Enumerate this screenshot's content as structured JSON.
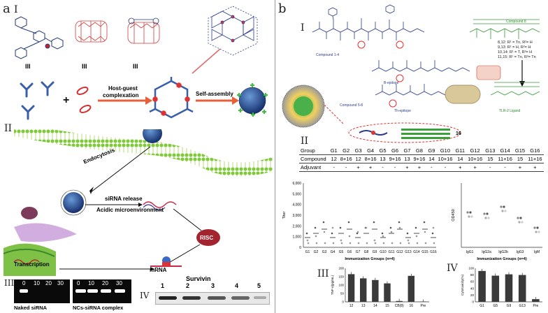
{
  "panel_a": {
    "letter": "a",
    "sec1": "I",
    "sec2": "II",
    "sec3": "III",
    "sec4": "IV",
    "mol_label_1": "III",
    "mol_label_2": "III",
    "mol_label_3": "III",
    "hg_line1": "Host-guest",
    "hg_line2": "complexation",
    "self_assembly": "Self-assembly",
    "endocytosis": "Endocytosis",
    "sirna_release": "siRNA release",
    "acidic": "Acidic microenvironment",
    "risc": "RISC",
    "transcription": "Transcription",
    "mrna": "mRNA",
    "gel1_lanes": [
      "0",
      "10",
      "20",
      "30"
    ],
    "gel2_lanes": [
      "0",
      "10",
      "20",
      "30"
    ],
    "naked_label": "Naked siRNA",
    "complex_label": "NCs-siRNA complex",
    "survivin": "Survivin",
    "survivin_lanes": [
      "1",
      "2",
      "3",
      "4",
      "5"
    ]
  },
  "panel_b": {
    "letter": "b",
    "sec1": "I",
    "sec2": "II",
    "sec3": "III",
    "sec4": "IV",
    "compound8": "Compound 8",
    "ligand_lines": [
      "8,12: R¹ = Tn, R²= H",
      "9,13: R¹ = H, R²= H",
      "10,14: R¹ = T, R²= H",
      "11,15: R¹ = Tn, R²= Tn"
    ],
    "compound_a": "Compound 1-4",
    "b_epitope": "B-epitope",
    "compound_b": "Compound 5-8",
    "th_epitope": "Th-epitope",
    "tlr_ligand": "TLR-2 Ligand",
    "label_16": "16",
    "table_rows": [
      [
        "Group",
        "G1",
        "G2",
        "G3",
        "G4",
        "G5",
        "G6",
        "G7",
        "G8",
        "G9",
        "G10",
        "G11",
        "G12",
        "G13",
        "G14",
        "G15",
        "G16"
      ],
      [
        "Compound",
        "12",
        "8+16",
        "12",
        "8+16",
        "13",
        "9+16",
        "13",
        "9+16",
        "14",
        "10+16",
        "14",
        "10+16",
        "15",
        "11+16",
        "15",
        "11+16"
      ],
      [
        "Adjuvant",
        "-",
        "-",
        "+",
        "+",
        "-",
        "-",
        "+",
        "+",
        "-",
        "-",
        "+",
        "+",
        "-",
        "-",
        "+",
        "+"
      ]
    ],
    "titer_ylabel": "Titer",
    "titer_yticks": [
      "6,000",
      "5,000",
      "4,000",
      "3,000",
      "2,000",
      "1,000",
      "0"
    ],
    "titer_groups": [
      "G1",
      "G2",
      "G3",
      "G4",
      "G5",
      "G6",
      "G7",
      "G8",
      "G9",
      "G10",
      "G11",
      "G12",
      "G13",
      "G14",
      "G15",
      "G16"
    ],
    "titer_xlabel": "Immunization Groups (n=4)",
    "od_ylabel": "OD450",
    "od_groups": [
      "IgG1",
      "IgG2a",
      "IgG2b",
      "IgG3",
      "IgM"
    ],
    "od_xlabel": "Immunization Groups (n=4)",
    "tnf_ylabel": "TNF-α(pg/mL)",
    "tnf_yticks": [
      "200",
      "150",
      "100",
      "50",
      "0"
    ],
    "tnf_cats": [
      "12",
      "13",
      "14",
      "15",
      "CB(8)",
      "16",
      "Pre"
    ],
    "tnf_values": [
      165,
      140,
      130,
      110,
      5,
      155,
      2
    ],
    "cyto_ylabel": "Cytotoxicity(%)",
    "cyto_yticks": [
      "100",
      "80",
      "60",
      "40",
      "20",
      "0"
    ],
    "cyto_cats": [
      "G1",
      "G5",
      "G9",
      "G13",
      "Pre"
    ],
    "cyto_values": [
      92,
      78,
      82,
      80,
      8
    ]
  }
}
